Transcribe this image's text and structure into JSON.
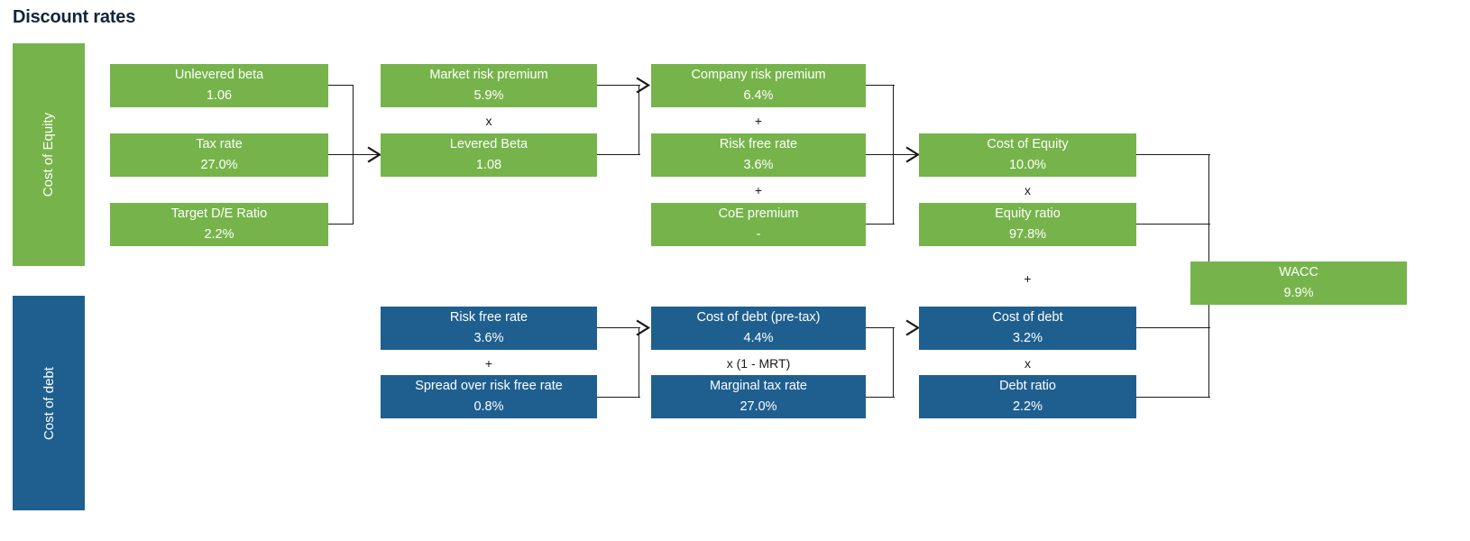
{
  "title": "Discount rates",
  "colors": {
    "equity_green": "#76b44b",
    "debt_blue": "#1f5f90",
    "title_navy": "#12263a",
    "line": "#1a1a1a",
    "background": "#ffffff",
    "box_text": "#ffffff"
  },
  "sections": [
    {
      "id": "cost-of-equity",
      "label": "Cost of Equity",
      "color_key": "equity_green"
    },
    {
      "id": "cost-of-debt",
      "label": "Cost of debt",
      "color_key": "debt_blue"
    }
  ],
  "equity": {
    "col1": [
      {
        "label": "Unlevered beta",
        "value": "1.06"
      },
      {
        "label": "Tax rate",
        "value": "27.0%"
      },
      {
        "label": "Target D/E Ratio",
        "value": "2.2%"
      }
    ],
    "col2": [
      {
        "label": "Market risk premium",
        "value": "5.9%"
      },
      {
        "label": "Levered Beta",
        "value": "1.08"
      }
    ],
    "col2_operator": "x",
    "col3": [
      {
        "label": "Company risk premium",
        "value": "6.4%"
      },
      {
        "label": "Risk free rate",
        "value": "3.6%"
      },
      {
        "label": "CoE premium",
        "value": "-"
      }
    ],
    "col3_operators": [
      "+",
      "+"
    ],
    "col4": [
      {
        "label": "Cost of Equity",
        "value": "10.0%"
      },
      {
        "label": "Equity ratio",
        "value": "97.8%"
      }
    ],
    "col4_operator": "x"
  },
  "debt": {
    "col2": [
      {
        "label": "Risk free rate",
        "value": "3.6%"
      },
      {
        "label": "Spread over risk free rate",
        "value": "0.8%"
      }
    ],
    "col2_operator": "+",
    "col3": [
      {
        "label": "Cost of debt (pre-tax)",
        "value": "4.4%"
      },
      {
        "label": "Marginal tax rate",
        "value": "27.0%"
      }
    ],
    "col3_operator": "x (1 - MRT)",
    "col4": [
      {
        "label": "Cost of debt",
        "value": "3.2%"
      },
      {
        "label": "Debt ratio",
        "value": "2.2%"
      }
    ],
    "col4_operator": "x"
  },
  "combine_operator": "+",
  "result": {
    "label": "WACC",
    "value": "9.9%"
  }
}
